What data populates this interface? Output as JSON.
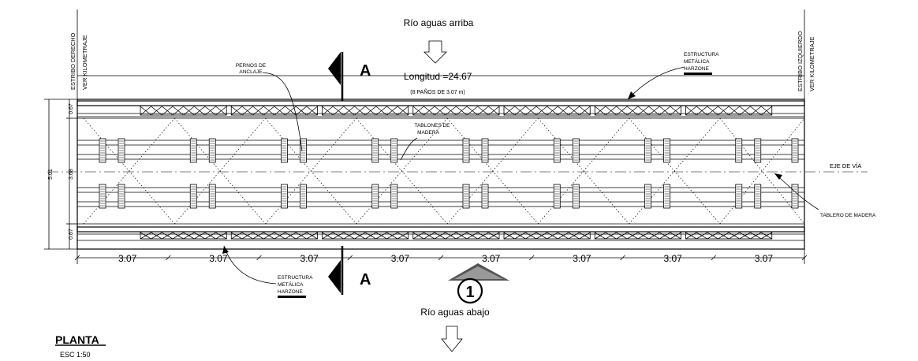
{
  "labels": {
    "rio_arriba": "Río aguas arriba",
    "rio_abajo": "Río aguas abajo",
    "longitud": "Longitud =24.67",
    "panos": "(8 PAÑOS DE 3.07 m)",
    "pernos_line1": "PERNOS DE",
    "pernos_line2": "ANCLAJE",
    "tablones_line1": "TABLONES DE",
    "tablones_line2": "MADERA",
    "estructura_line1": "ESTRUCTURA",
    "estructura_line2": "METÁLICA",
    "estructura_line3": "HARZONE",
    "eje_via": "EJE DE VÍA",
    "tablero": "TABLERO DE MADERA",
    "estribo_derecho_1": "ESTRIBO DERECHO",
    "estribo_derecho_2": "VER KILOMETRAJE",
    "estribo_izquierdo_1": "ESTRIBO IZQUIERDO",
    "estribo_izquierdo_2": "VER KILOMETRAJE",
    "section_mark": "A",
    "detail_number": "1",
    "title": "PLANTA",
    "scale": "ESC 1:50"
  },
  "dimensions": {
    "span_labels": [
      "3.07",
      "3.07",
      "3.07",
      "3.07",
      "3.07",
      "3.07",
      "3.07",
      "3.07"
    ],
    "total_width": "5.01",
    "inner_width": "3.68",
    "edge_top": "0.67",
    "edge_bottom": "0.67"
  },
  "colors": {
    "line": "#000000",
    "axis": "#555555",
    "background": "#ffffff"
  }
}
